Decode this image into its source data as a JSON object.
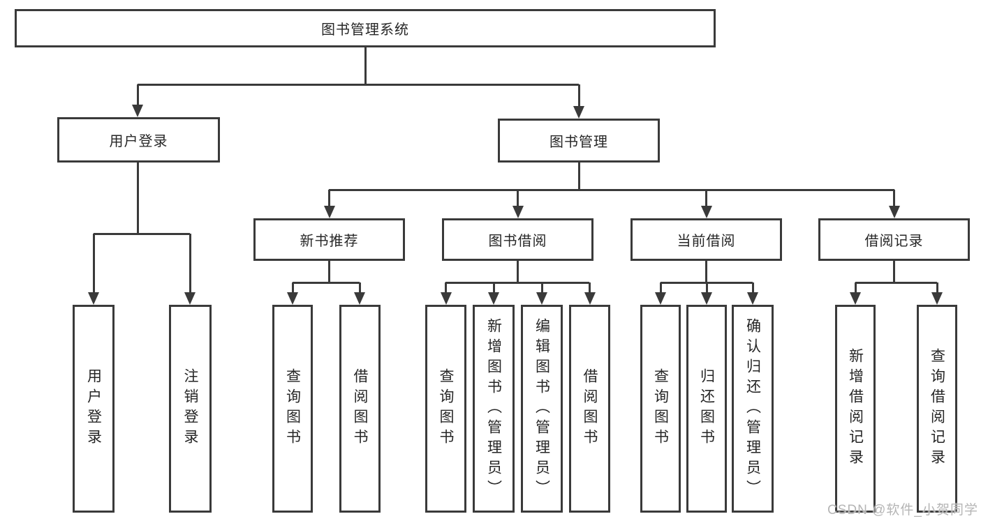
{
  "page": {
    "background": "#ffffff"
  },
  "colors": {
    "line": "#3a3a3a",
    "box_border": "#3a3a3a",
    "text": "#262626",
    "watermark": "#b5b5b5"
  },
  "watermark": {
    "text": "CSDN @软件_小贺同学"
  },
  "diagram": {
    "type": "hierarchy-tree",
    "root": {
      "label": "图书管理系统"
    },
    "level2": [
      {
        "id": "user-login",
        "label": "用户登录"
      },
      {
        "id": "book-management",
        "label": "图书管理"
      }
    ],
    "level3": [
      {
        "id": "new-book-recommend",
        "label": "新书推荐",
        "parent": "图书管理"
      },
      {
        "id": "book-borrowing",
        "label": "图书借阅",
        "parent": "图书管理"
      },
      {
        "id": "current-borrowing",
        "label": "当前借阅",
        "parent": "图书管理"
      },
      {
        "id": "borrowing-records",
        "label": "借阅记录",
        "parent": "图书管理"
      }
    ],
    "leaves": {
      "user_login": [
        {
          "label": "用户登录"
        },
        {
          "label": "注销登录"
        }
      ],
      "new_book_recommend": [
        {
          "label": "查询图书"
        },
        {
          "label": "借阅图书"
        }
      ],
      "book_borrowing": [
        {
          "label": "查询图书"
        },
        {
          "label": "新增图书（管理员）"
        },
        {
          "label": "编辑图书（管理员）"
        },
        {
          "label": "借阅图书"
        }
      ],
      "current_borrowing": [
        {
          "label": "查询图书"
        },
        {
          "label": "归还图书"
        },
        {
          "label": "确认归还（管理员）"
        }
      ],
      "borrowing_records": [
        {
          "label": "新增借阅记录"
        },
        {
          "label": "查询借阅记录"
        }
      ]
    }
  }
}
